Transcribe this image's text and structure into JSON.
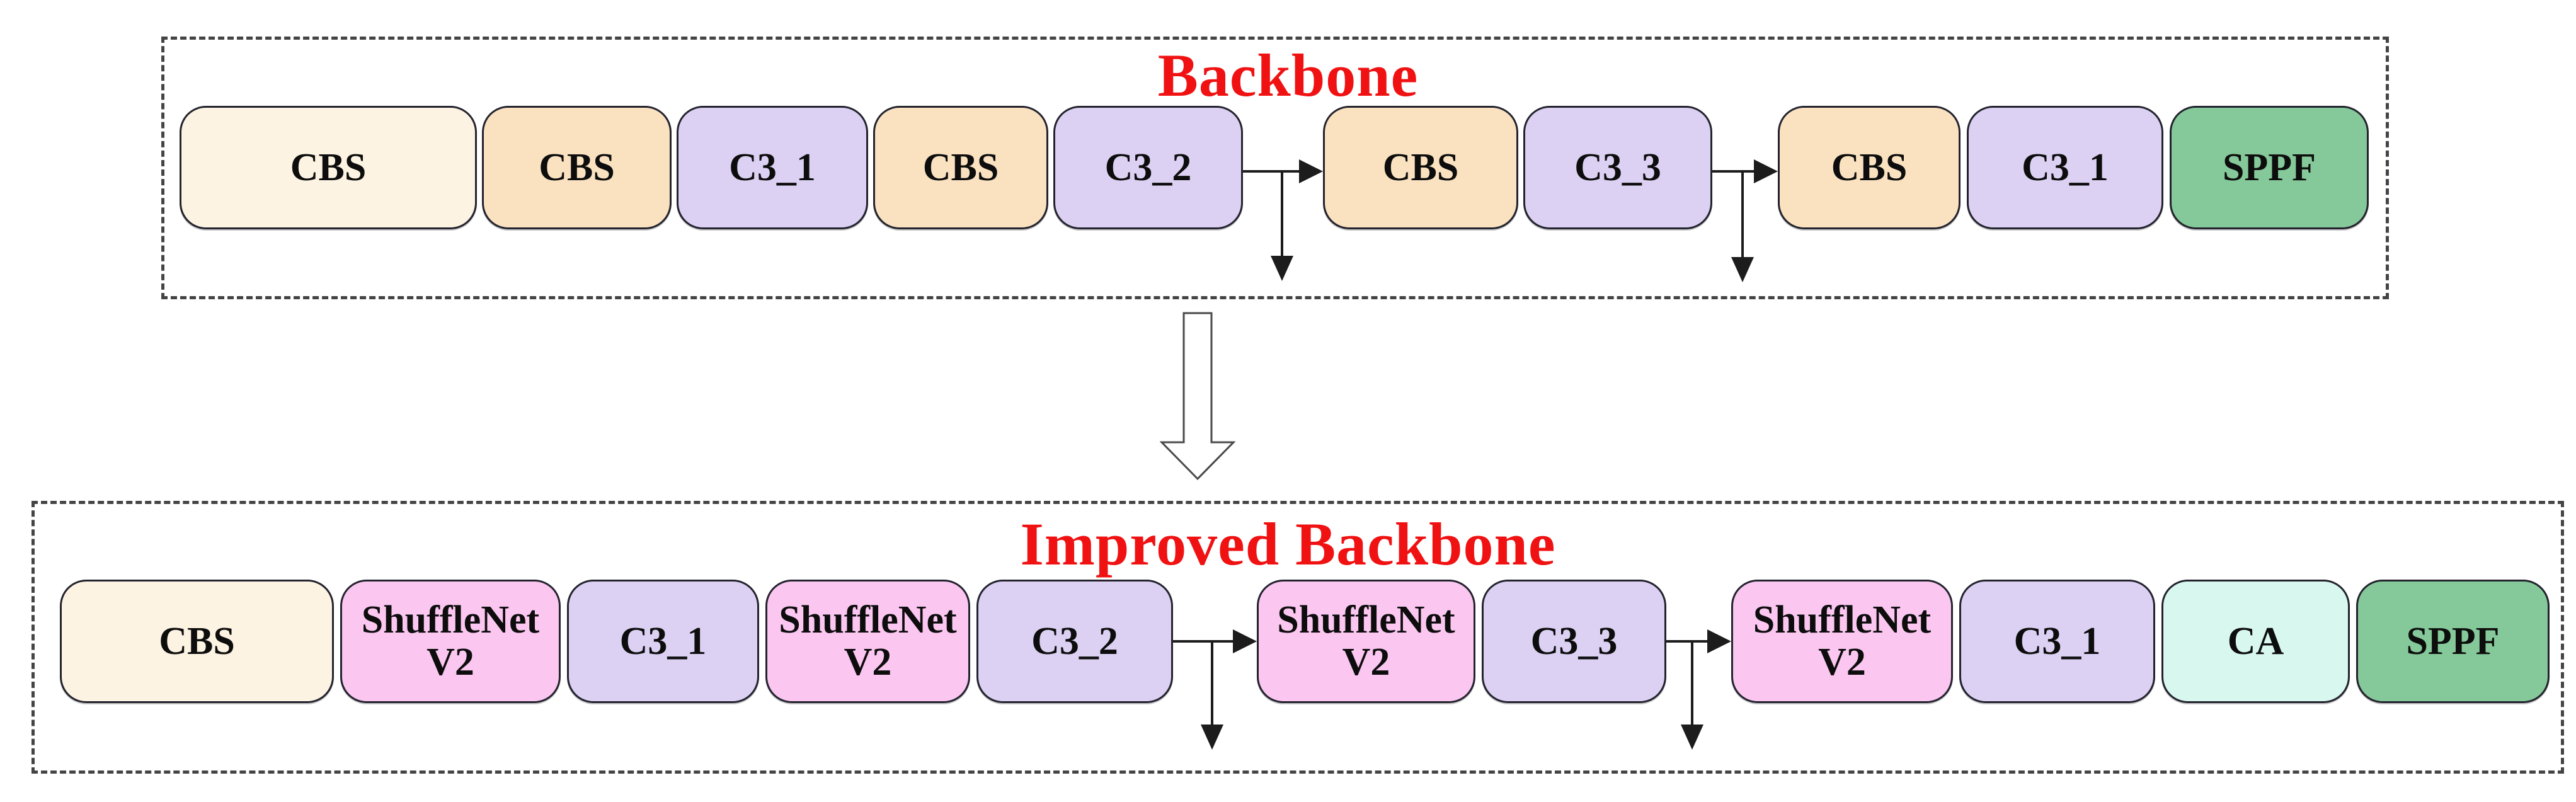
{
  "palette": {
    "cbs_light": "#fdf3e2",
    "cbs": "#fae2c1",
    "c3": "#dcd1f3",
    "shufflenet": "#fbc7f1",
    "ca": "#d8f7ef",
    "sppf": "#85c99a",
    "title_red": "#f01212",
    "arrow_black": "#1c1c1c",
    "dashed_border": "#444444",
    "block_border": "#23232e"
  },
  "backbone": {
    "title": "Backbone",
    "blocks": [
      {
        "label": "CBS",
        "type": "cbs_light"
      },
      {
        "label": "CBS",
        "type": "cbs"
      },
      {
        "label": "C3_1",
        "type": "c3"
      },
      {
        "label": "CBS",
        "type": "cbs"
      },
      {
        "label": "C3_2",
        "type": "c3"
      },
      {
        "label": "CBS",
        "type": "cbs"
      },
      {
        "label": "C3_3",
        "type": "c3"
      },
      {
        "label": "CBS",
        "type": "cbs"
      },
      {
        "label": "C3_1",
        "type": "c3"
      },
      {
        "label": "SPPF",
        "type": "sppf"
      }
    ]
  },
  "improved_backbone": {
    "title": "Improved Backbone",
    "blocks": [
      {
        "label": "CBS",
        "type": "cbs_light"
      },
      {
        "label": "ShuffleNet\nV2",
        "type": "shufflenet"
      },
      {
        "label": "C3_1",
        "type": "c3"
      },
      {
        "label": "ShuffleNet\nV2",
        "type": "shufflenet"
      },
      {
        "label": "C3_2",
        "type": "c3"
      },
      {
        "label": "ShuffleNet\nV2",
        "type": "shufflenet"
      },
      {
        "label": "C3_3",
        "type": "c3"
      },
      {
        "label": "ShuffleNet\nV2",
        "type": "shufflenet"
      },
      {
        "label": "C3_1",
        "type": "c3"
      },
      {
        "label": "CA",
        "type": "ca"
      },
      {
        "label": "SPPF",
        "type": "sppf"
      }
    ]
  }
}
